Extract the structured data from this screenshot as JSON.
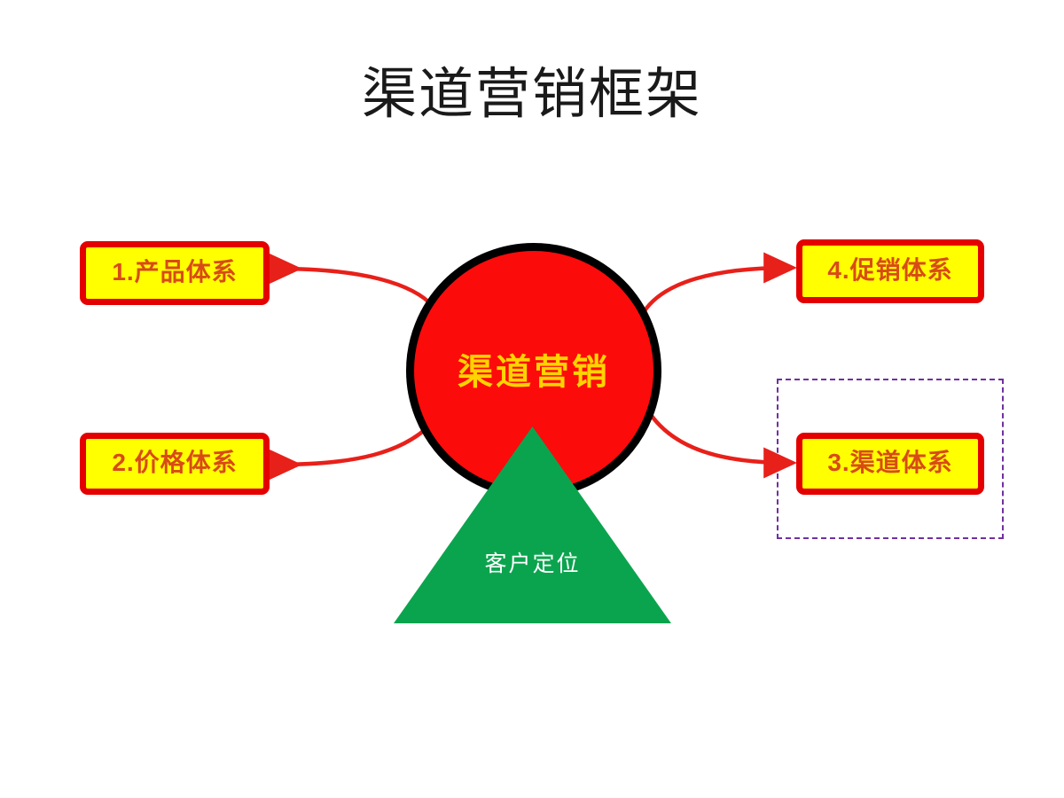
{
  "slide": {
    "title": "渠道营销框架",
    "background_color": "#ffffff"
  },
  "center": {
    "label": "渠道营销",
    "fill_color": "#fc0b0b",
    "border_color": "#000000",
    "text_color": "#ffd400"
  },
  "foundation": {
    "label": "客户定位",
    "fill_color": "#0ba44e",
    "text_color": "#ffffff"
  },
  "group_frame": {
    "border_color": "#7030a0",
    "style": "dashed"
  },
  "nodes": [
    {
      "id": "product",
      "label": "1.产品体系",
      "position": "top-left",
      "fill_color": "#ffff00",
      "border_color": "#e40000",
      "text_color": "#d84b16"
    },
    {
      "id": "price",
      "label": "2.价格体系",
      "position": "bottom-left",
      "fill_color": "#ffff00",
      "border_color": "#e40000",
      "text_color": "#d84b16"
    },
    {
      "id": "channel",
      "label": "3.渠道体系",
      "position": "bottom-right",
      "fill_color": "#ffff00",
      "border_color": "#e40000",
      "text_color": "#d84b16"
    },
    {
      "id": "promo",
      "label": "4.促销体系",
      "position": "top-right",
      "fill_color": "#ffff00",
      "border_color": "#e40000",
      "text_color": "#d84b16"
    }
  ],
  "connectors": {
    "color": "#e8201a",
    "arrows": [
      {
        "from": "center",
        "to": "product",
        "direction": "left-up"
      },
      {
        "from": "center",
        "to": "price",
        "direction": "left-down"
      },
      {
        "from": "center",
        "to": "promo",
        "direction": "right-up"
      },
      {
        "from": "center",
        "to": "channel",
        "direction": "right-down"
      }
    ]
  },
  "chart_data": {
    "type": "diagram",
    "title": "渠道营销框架",
    "hub": "渠道营销",
    "base": "客户定位",
    "spokes": [
      "1.产品体系",
      "2.价格体系",
      "3.渠道体系",
      "4.促销体系"
    ]
  }
}
